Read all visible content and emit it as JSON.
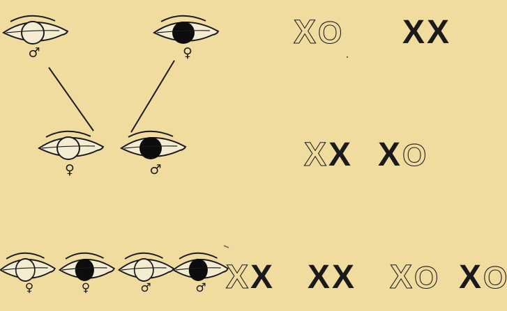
{
  "colors": {
    "background": "#f1dca0",
    "ink": "#1a1a1a"
  },
  "symbols": {
    "male": "♂",
    "female": "♀"
  },
  "generations": [
    {
      "individuals": [
        {
          "eye": "white",
          "sex": "male"
        },
        {
          "eye": "black",
          "sex": "female"
        }
      ],
      "genotypes": [
        {
          "chrom": [
            {
              "char": "X",
              "style": "outline"
            },
            {
              "char": "O",
              "style": "outline"
            }
          ]
        },
        {
          "chrom": [
            {
              "char": "X",
              "style": "solid"
            },
            {
              "char": "X",
              "style": "solid"
            }
          ]
        }
      ]
    },
    {
      "individuals": [
        {
          "eye": "white",
          "sex": "female"
        },
        {
          "eye": "black",
          "sex": "male"
        }
      ],
      "genotypes": [
        {
          "chrom": [
            {
              "char": "X",
              "style": "outline"
            },
            {
              "char": "X",
              "style": "solid"
            }
          ]
        },
        {
          "chrom": [
            {
              "char": "X",
              "style": "solid"
            },
            {
              "char": "O",
              "style": "outline"
            }
          ]
        }
      ]
    },
    {
      "individuals": [
        {
          "eye": "white",
          "sex": "female"
        },
        {
          "eye": "black",
          "sex": "female"
        },
        {
          "eye": "white",
          "sex": "male"
        },
        {
          "eye": "black",
          "sex": "male"
        }
      ],
      "genotypes": [
        {
          "chrom": [
            {
              "char": "X",
              "style": "outline"
            },
            {
              "char": "X",
              "style": "solid"
            }
          ]
        },
        {
          "chrom": [
            {
              "char": "X",
              "style": "solid"
            },
            {
              "char": "X",
              "style": "solid"
            }
          ]
        },
        {
          "chrom": [
            {
              "char": "X",
              "style": "outline"
            },
            {
              "char": "O",
              "style": "outline"
            }
          ]
        },
        {
          "chrom": [
            {
              "char": "X",
              "style": "solid"
            },
            {
              "char": "O",
              "style": "outline"
            }
          ]
        }
      ]
    }
  ]
}
